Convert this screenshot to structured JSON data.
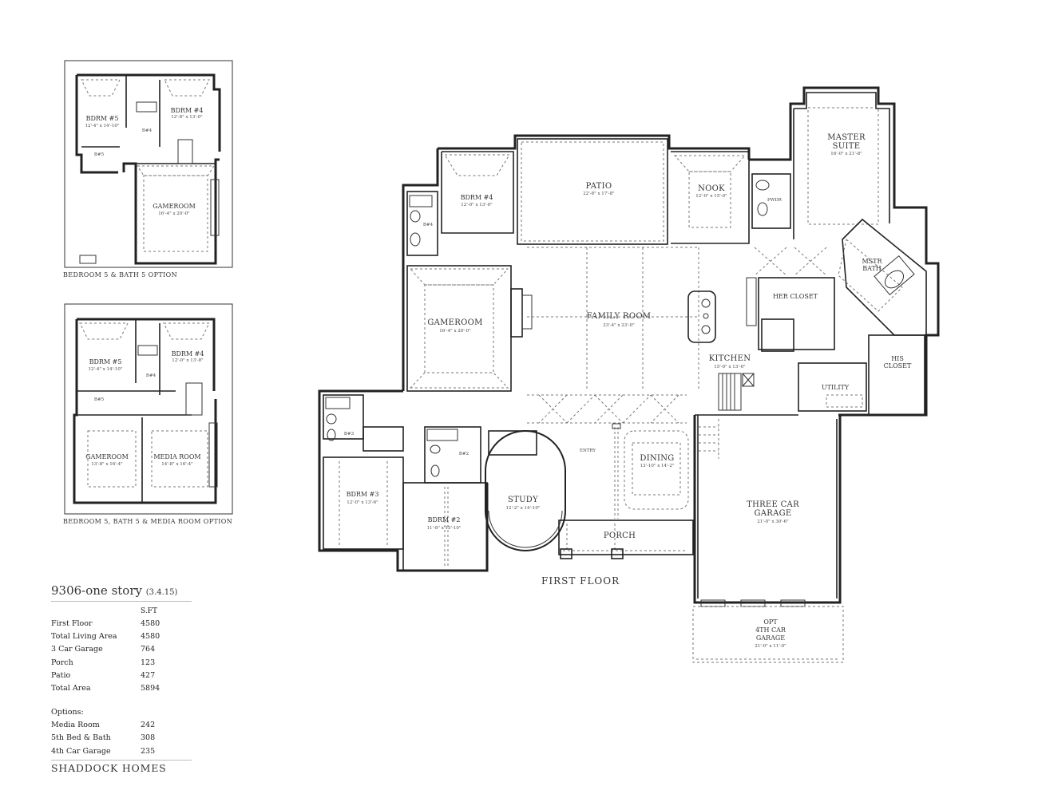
{
  "plan": {
    "name": "9306-one story",
    "revision": "(3.4.15)",
    "floor_title": "FIRST FLOOR",
    "builder": "SHADDOCK HOMES"
  },
  "area_table": {
    "unit_header": "S.FT",
    "rows": [
      {
        "label": "First Floor",
        "value": "4580"
      },
      {
        "label": "Total Living Area",
        "value": "4580"
      },
      {
        "label": "3 Car Garage",
        "value": "764"
      },
      {
        "label": "Porch",
        "value": "123"
      },
      {
        "label": "Patio",
        "value": "427"
      },
      {
        "label": "Total Area",
        "value": "5894"
      }
    ],
    "options_header": "Options:",
    "options": [
      {
        "label": "Media Room",
        "value": "242"
      },
      {
        "label": "5th Bed & Bath",
        "value": "308"
      },
      {
        "label": "4th Car Garage",
        "value": "235"
      }
    ]
  },
  "option_plans": [
    {
      "caption": "BEDROOM 5 & BATH 5 OPTION",
      "rooms": [
        {
          "name": "BDRM #5",
          "dim": "12'-4\" x 14'-10\""
        },
        {
          "name": "BDRM #4",
          "dim": "12'-8\" x 13'-0\""
        },
        {
          "name": "B#4",
          "dim": ""
        },
        {
          "name": "B#5",
          "dim": ""
        },
        {
          "name": "GAMEROOM",
          "dim": "16'-4\" x 20'-0\""
        }
      ]
    },
    {
      "caption": "BEDROOM 5, BATH 5 & MEDIA ROOM OPTION",
      "rooms": [
        {
          "name": "BDRM #5",
          "dim": "12'-4\" x 14'-10\""
        },
        {
          "name": "BDRM #4",
          "dim": "12'-0\" x 13'-8\""
        },
        {
          "name": "B#4",
          "dim": ""
        },
        {
          "name": "B#5",
          "dim": ""
        },
        {
          "name": "GAMEROOM",
          "dim": "13'-8\" x 16'-4\""
        },
        {
          "name": "MEDIA ROOM",
          "dim": "14'-8\" x 16'-4\""
        }
      ]
    }
  ],
  "first_floor_rooms": {
    "bdrm4": {
      "name": "BDRM #4",
      "dim": "12'-0\" x 13'-0\""
    },
    "b4": {
      "name": "B#4"
    },
    "patio": {
      "name": "PATIO",
      "dim": "22'-8\" x 17'-8\""
    },
    "nook": {
      "name": "NOOK",
      "dim": "12'-0\" x 15'-0\""
    },
    "pwdr": {
      "name": "PWDR"
    },
    "master_suite": {
      "name_line1": "MASTER",
      "name_line2": "SUITE",
      "dim": "16'-0\" x 21'-8\""
    },
    "mstr_bath": {
      "name_line1": "MSTR",
      "name_line2": "BATH"
    },
    "gameroom": {
      "name": "GAMEROOM",
      "dim": "16'-4\" x 20'-0\""
    },
    "family_room": {
      "name": "FAMILY ROOM",
      "dim": "23'-4\" x 23'-0\""
    },
    "her_closet": {
      "name": "HER CLOSET"
    },
    "his_closet": {
      "name_line1": "HIS",
      "name_line2": "CLOSET"
    },
    "kitchen": {
      "name": "KITCHEN",
      "dim": "15'-0\" x 13'-0\""
    },
    "utility": {
      "name": "UTILITY"
    },
    "b3": {
      "name": "B#3"
    },
    "b2": {
      "name": "B#2"
    },
    "bdrm3": {
      "name": "BDRM #3",
      "dim": "12'-0\" x 13'-6\""
    },
    "bdrm2": {
      "name": "BDRM #2",
      "dim": "11'-8\" x 13'-10\""
    },
    "study": {
      "name": "STUDY",
      "dim": "12'-2\" x 14'-10\""
    },
    "entry": {
      "name": "ENTRY"
    },
    "dining": {
      "name": "DINING",
      "dim": "13'-10\" x 14'-2\""
    },
    "porch": {
      "name": "PORCH"
    },
    "garage": {
      "name_line1": "THREE CAR",
      "name_line2": "GARAGE",
      "dim": "21'-0\" x 30'-6\""
    },
    "opt_garage": {
      "name_line1": "OPT",
      "name_line2": "4TH CAR",
      "name_line3": "GARAGE",
      "dim": "21'-0\" x 11'-0\""
    }
  }
}
